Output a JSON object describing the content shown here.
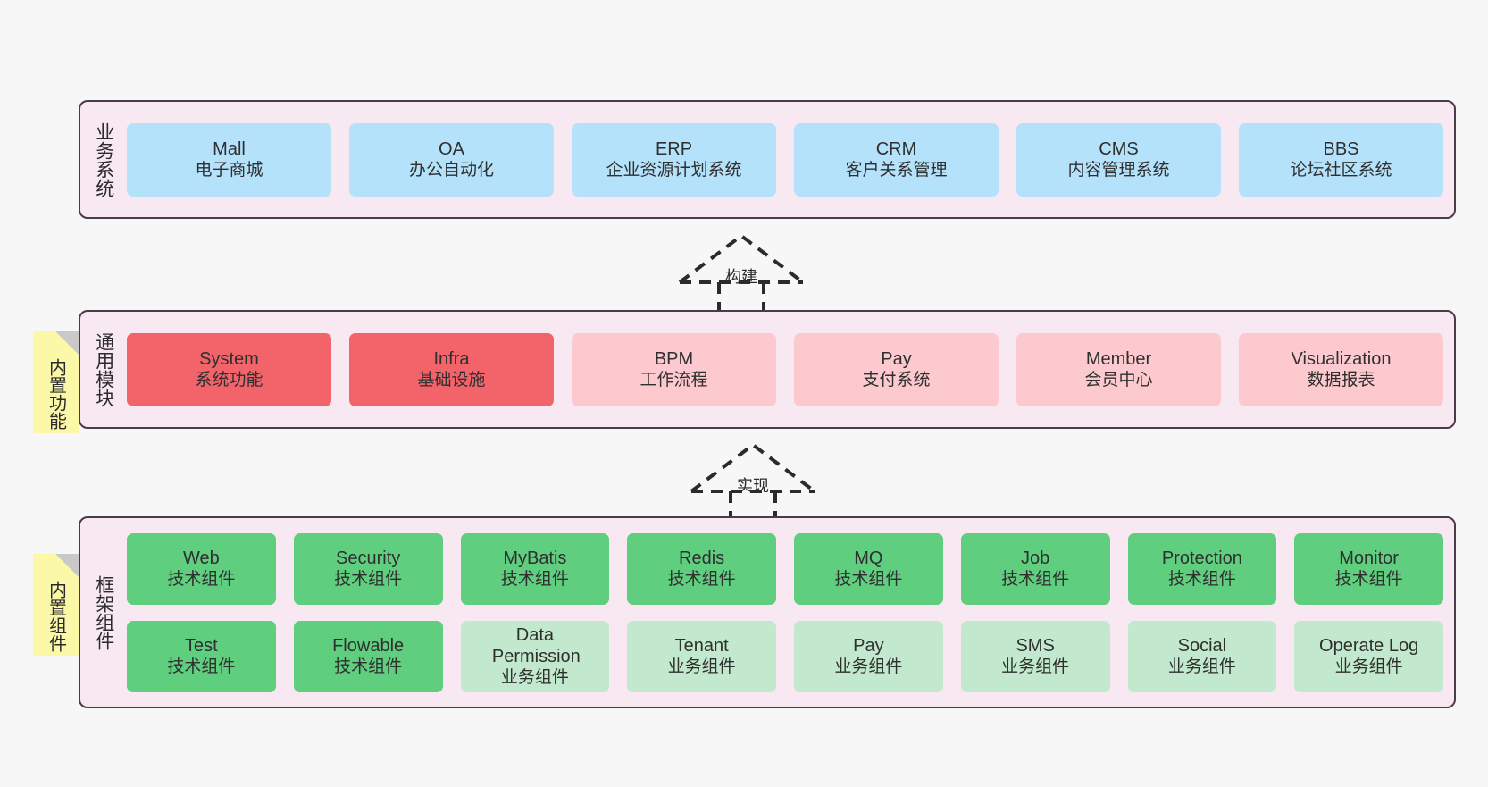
{
  "diagram": {
    "background_color": "#f7f7f7",
    "layer_border_color": "#4a3c46",
    "layer_fill_color": "#f8e8f2",
    "note_color": "#fbf8a8"
  },
  "layers": [
    {
      "id": "business-system",
      "title": "业务系统",
      "rows": [
        {
          "items": [
            {
              "name": "Mall",
              "desc": "电子商城",
              "color": "#b5e2fb",
              "style": "blue"
            },
            {
              "name": "OA",
              "desc": "办公自动化",
              "color": "#b5e2fb",
              "style": "blue"
            },
            {
              "name": "ERP",
              "desc": "企业资源计划系统",
              "color": "#b5e2fb",
              "style": "blue"
            },
            {
              "name": "CRM",
              "desc": "客户关系管理",
              "color": "#b5e2fb",
              "style": "blue"
            },
            {
              "name": "CMS",
              "desc": "内容管理系统",
              "color": "#b5e2fb",
              "style": "blue"
            },
            {
              "name": "BBS",
              "desc": "论坛社区系统",
              "color": "#b5e2fb",
              "style": "blue"
            }
          ]
        }
      ]
    },
    {
      "id": "common-module",
      "title": "通用模块",
      "note": "内置功能",
      "rows": [
        {
          "items": [
            {
              "name": "System",
              "desc": "系统功能",
              "color": "#f2646a",
              "style": "red"
            },
            {
              "name": "Infra",
              "desc": "基础设施",
              "color": "#f2646a",
              "style": "red"
            },
            {
              "name": "BPM",
              "desc": "工作流程",
              "color": "#fcc9cf",
              "style": "pink"
            },
            {
              "name": "Pay",
              "desc": "支付系统",
              "color": "#fcc9cf",
              "style": "pink"
            },
            {
              "name": "Member",
              "desc": "会员中心",
              "color": "#fcc9cf",
              "style": "pink"
            },
            {
              "name": "Visualization",
              "desc": "数据报表",
              "color": "#fcc9cf",
              "style": "pink"
            }
          ]
        }
      ]
    },
    {
      "id": "framework-component",
      "title": "框架组件",
      "note": "内置组件",
      "rows": [
        {
          "items": [
            {
              "name": "Web",
              "desc": "技术组件",
              "color": "#5fce7e",
              "style": "green"
            },
            {
              "name": "Security",
              "desc": "技术组件",
              "color": "#5fce7e",
              "style": "green"
            },
            {
              "name": "MyBatis",
              "desc": "技术组件",
              "color": "#5fce7e",
              "style": "green"
            },
            {
              "name": "Redis",
              "desc": "技术组件",
              "color": "#5fce7e",
              "style": "green"
            },
            {
              "name": "MQ",
              "desc": "技术组件",
              "color": "#5fce7e",
              "style": "green"
            },
            {
              "name": "Job",
              "desc": "技术组件",
              "color": "#5fce7e",
              "style": "green"
            },
            {
              "name": "Protection",
              "desc": "技术组件",
              "color": "#5fce7e",
              "style": "green"
            },
            {
              "name": "Monitor",
              "desc": "技术组件",
              "color": "#5fce7e",
              "style": "green"
            }
          ]
        },
        {
          "items": [
            {
              "name": "Test",
              "desc": "技术组件",
              "color": "#5fce7e",
              "style": "green"
            },
            {
              "name": "Flowable",
              "desc": "技术组件",
              "color": "#5fce7e",
              "style": "green"
            },
            {
              "name": "Data Permission",
              "desc": "业务组件",
              "color": "#c2e9cd",
              "style": "lightgreen"
            },
            {
              "name": "Tenant",
              "desc": "业务组件",
              "color": "#c2e9cd",
              "style": "lightgreen"
            },
            {
              "name": "Pay",
              "desc": "业务组件",
              "color": "#c2e9cd",
              "style": "lightgreen"
            },
            {
              "name": "SMS",
              "desc": "业务组件",
              "color": "#c2e9cd",
              "style": "lightgreen"
            },
            {
              "name": "Social",
              "desc": "业务组件",
              "color": "#c2e9cd",
              "style": "lightgreen"
            },
            {
              "name": "Operate Log",
              "desc": "业务组件",
              "color": "#c2e9cd",
              "style": "lightgreen"
            }
          ]
        }
      ]
    }
  ],
  "connectors": [
    {
      "id": "build",
      "label": "构建",
      "from": "common-module",
      "to": "business-system"
    },
    {
      "id": "implement",
      "label": "实现",
      "from": "framework-component",
      "to": "common-module"
    }
  ]
}
